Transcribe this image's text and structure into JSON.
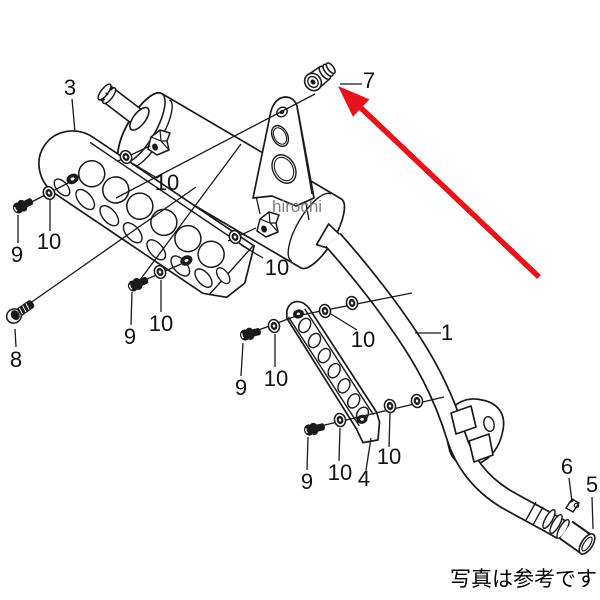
{
  "diagram": {
    "type": "exploded-parts-diagram",
    "subject": "muffler exhaust assembly",
    "watermark": "hirochi",
    "footer_note": "写真は参考です",
    "colors": {
      "line": "#1a1a1a",
      "background": "#ffffff",
      "arrow": "#e8121a",
      "watermark": "#7d7d7d"
    },
    "callouts": [
      {
        "label": "3"
      },
      {
        "label": "7"
      },
      {
        "label": "10"
      },
      {
        "label": "10"
      },
      {
        "label": "9"
      },
      {
        "label": "10"
      },
      {
        "label": "8"
      },
      {
        "label": "9"
      },
      {
        "label": "10"
      },
      {
        "label": "9"
      },
      {
        "label": "10"
      },
      {
        "label": "10"
      },
      {
        "label": "9"
      },
      {
        "label": "10"
      },
      {
        "label": "4"
      },
      {
        "label": "10"
      },
      {
        "label": "1"
      },
      {
        "label": "6"
      },
      {
        "label": "5"
      }
    ]
  }
}
